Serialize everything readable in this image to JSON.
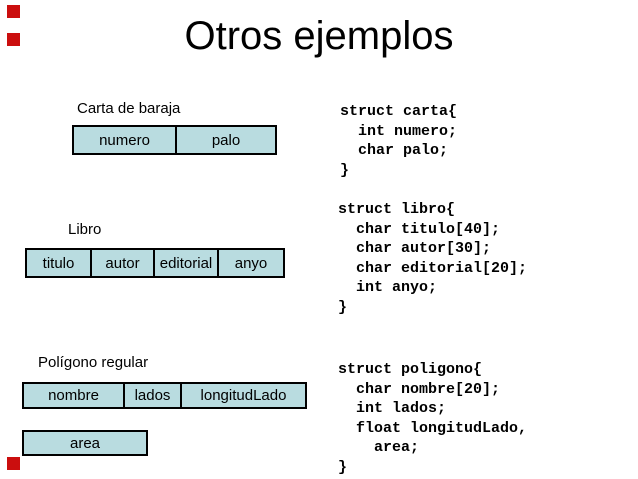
{
  "title": "Otros ejemplos",
  "colors": {
    "background": "#ffffff",
    "cell_fill": "#b9dce0",
    "border": "#000000",
    "accent_red": "#cb0e0e",
    "text": "#000000"
  },
  "decorations": {
    "red_square_count": 3
  },
  "sections": {
    "carta": {
      "label": "Carta de baraja",
      "cells": [
        "numero",
        "palo"
      ],
      "code": [
        "struct carta{",
        "  int numero;",
        "  char palo;",
        "}"
      ]
    },
    "libro": {
      "label": "Libro",
      "cells": [
        "titulo",
        "autor",
        "editorial",
        "anyo"
      ],
      "code": [
        "struct libro{",
        "  char titulo[40];",
        "  char autor[30];",
        "  char editorial[20];",
        "  int anyo;",
        "}"
      ]
    },
    "poligono": {
      "label": "Polígono regular",
      "cells": [
        "nombre",
        "lados",
        "longitudLado"
      ],
      "area_cell": "area",
      "code": [
        "struct poligono{",
        "  char nombre[20];",
        "  int lados;",
        "  float longitudLado,",
        "    area;",
        "}"
      ]
    }
  }
}
